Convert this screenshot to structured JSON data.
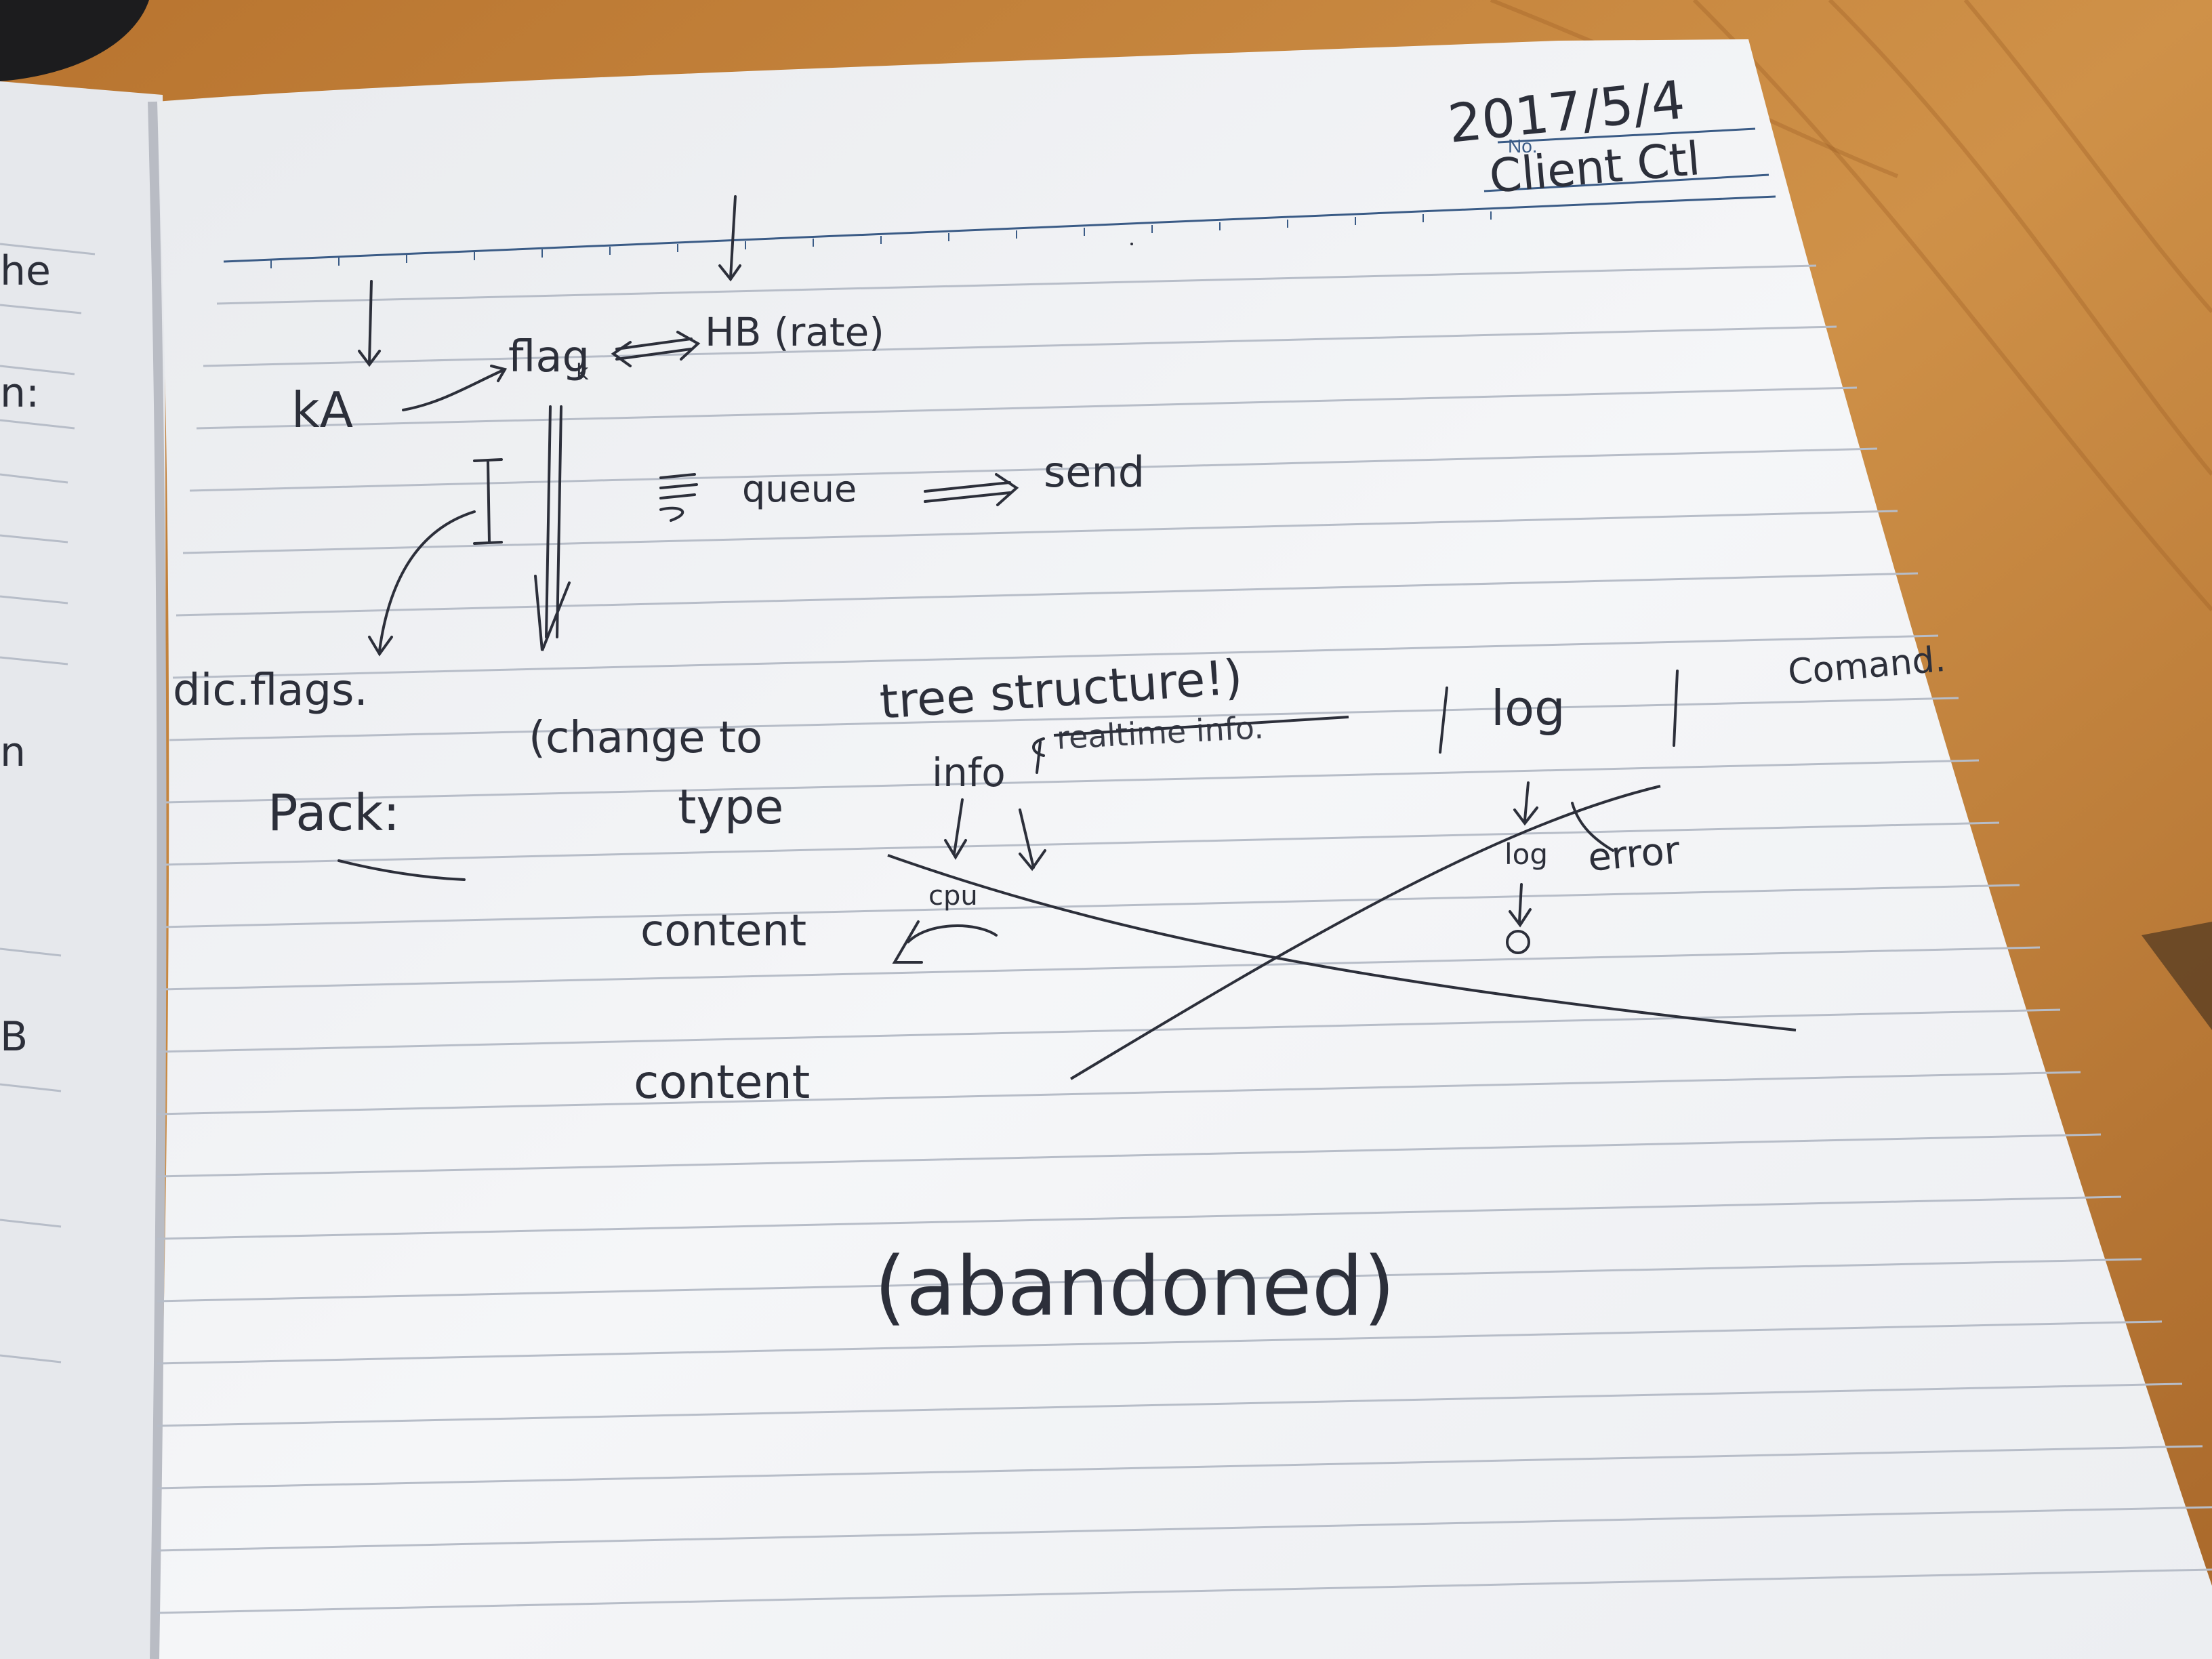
{
  "header": {
    "date": "2017/5/4",
    "no_label": "No.",
    "title": "Client Ctl"
  },
  "diagram": {
    "ka": "kA",
    "flag": "flag",
    "flag_sub": "k",
    "hb": "HB (rate)",
    "queue": "queue",
    "send": "send",
    "dic_flags": "dic.flags.",
    "pack": "Pack:",
    "change_to": "(change to",
    "tree_structure": "tree structure!)",
    "type": "type",
    "info": "info",
    "realtime_info": "realtime info.",
    "log_box": "log",
    "command": "Comand.",
    "log": "log",
    "error": "error",
    "cpu": "cpu",
    "content_1": "content",
    "content_2": "content",
    "abandoned": "(abandoned)"
  },
  "left_page_fragments": [
    "he",
    "n:",
    "n",
    "B"
  ],
  "colors": {
    "desk": "#c9883f",
    "paper": "#f4f5f7",
    "ruling": "#b7bdc8",
    "ink": "#2c2f3a",
    "header_ink": "#3a5b86"
  }
}
